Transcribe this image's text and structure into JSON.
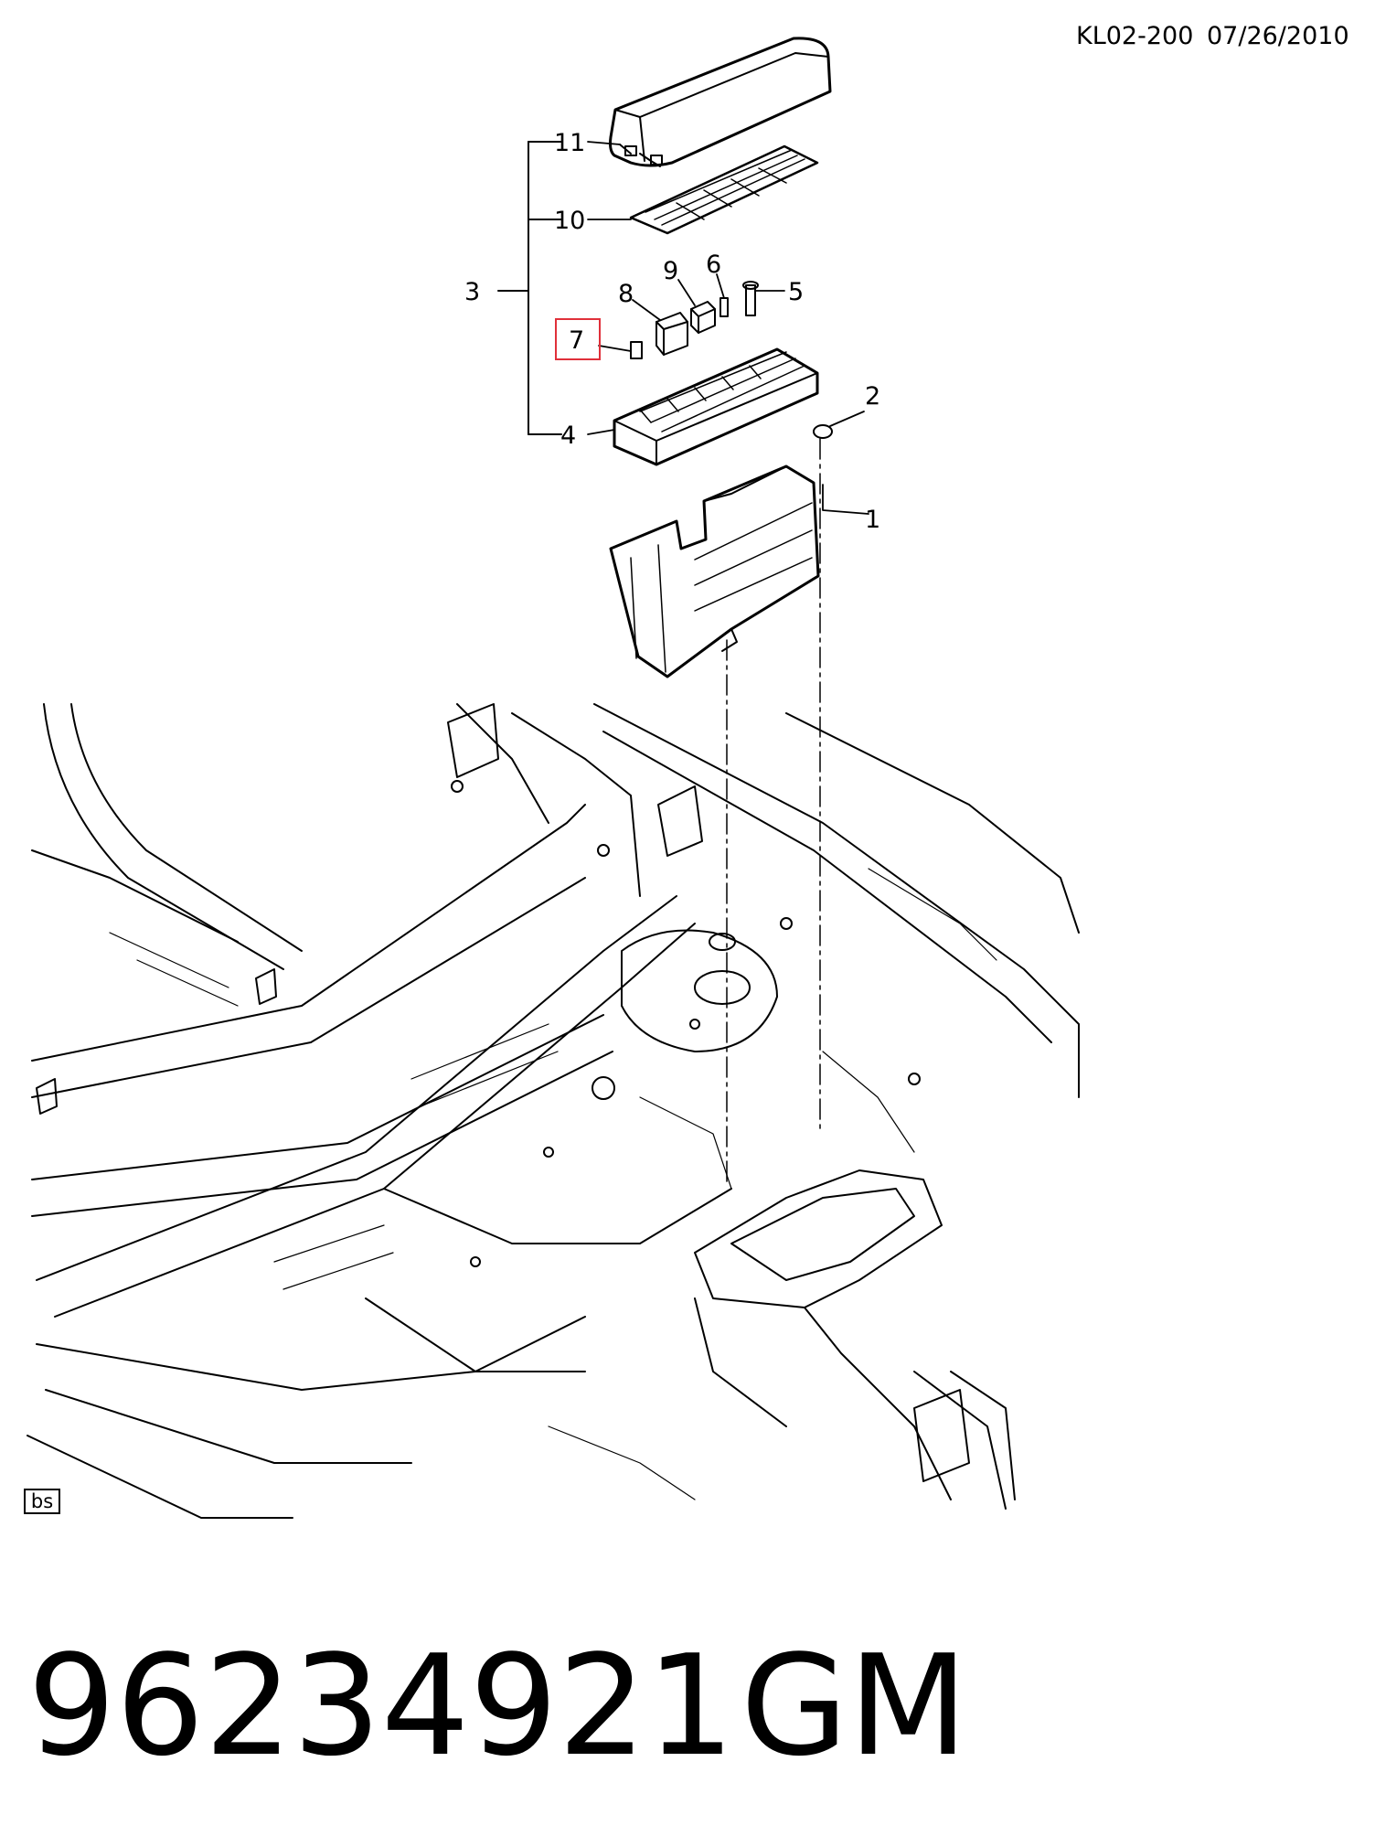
{
  "header": {
    "code": "KL02-200",
    "date": "07/26/2010"
  },
  "callouts": [
    "1",
    "2",
    "3",
    "4",
    "5",
    "6",
    "7",
    "8",
    "9",
    "10",
    "11"
  ],
  "highlighted_callout": "7",
  "highlight_color": "#e0303a",
  "corner_tag": "bs",
  "footer": {
    "part_number": "96234921",
    "brand": "GM"
  }
}
